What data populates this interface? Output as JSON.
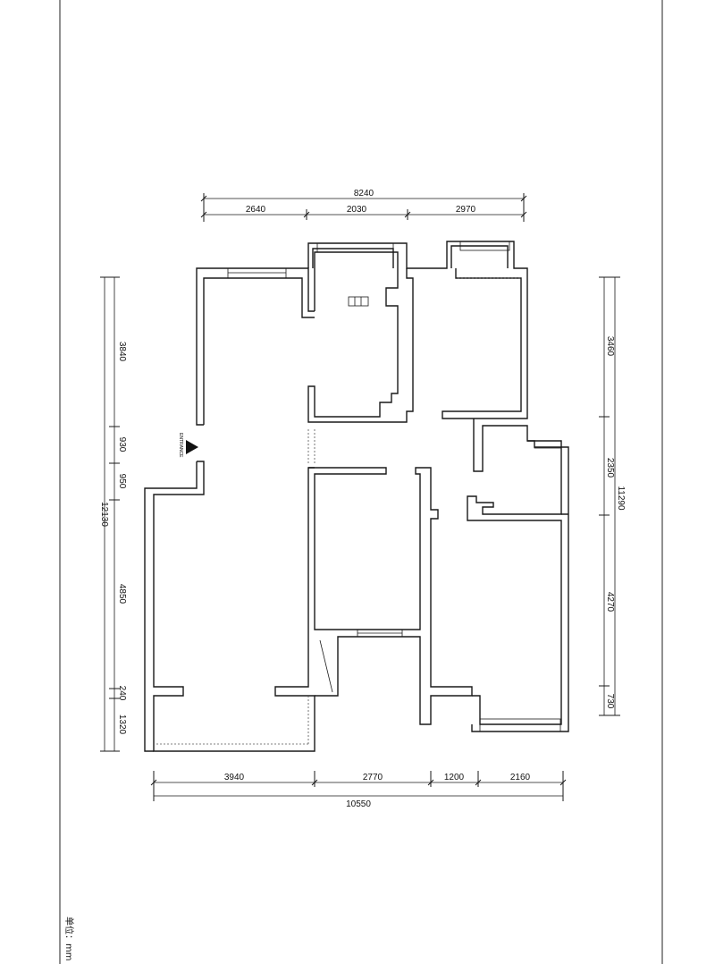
{
  "dimensions": {
    "top_total": "8240",
    "top_segments": [
      "2640",
      "2030",
      "2970"
    ],
    "left_total": "12130",
    "left_segments": [
      "3840",
      "930",
      "950",
      "4850",
      "240",
      "1320"
    ],
    "right_total": "11290",
    "right_segments": [
      "3460",
      "2350",
      "4270",
      "730"
    ],
    "bottom_total": "10550",
    "bottom_segments": [
      "3940",
      "2770",
      "1200",
      "2160"
    ]
  },
  "labels": {
    "entrance": "ENTRANCE",
    "unit_note": "单位：mm"
  }
}
